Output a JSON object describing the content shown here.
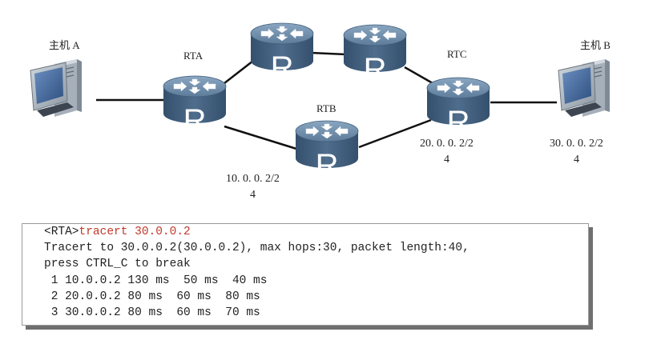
{
  "nodes": {
    "host_a": {
      "label": "主机 A"
    },
    "host_b": {
      "label": "主机 B"
    },
    "rta": {
      "label": "RTA",
      "icon_letter": "R"
    },
    "rtb": {
      "label": "RTB",
      "icon_letter": "R"
    },
    "rtc": {
      "label": "RTC",
      "icon_letter": "R"
    },
    "top_left_router": {
      "icon_letter": "R"
    },
    "top_right_router": {
      "icon_letter": "R"
    }
  },
  "addresses": {
    "rtb": {
      "ip": "10. 0. 0. 2/2",
      "suffix": "4"
    },
    "rtc": {
      "ip": "20. 0. 0. 2/2",
      "suffix": "4"
    },
    "host_b": {
      "ip": "30. 0. 0. 2/2",
      "suffix": "4"
    }
  },
  "terminal": {
    "prompt": "<RTA>",
    "command": "tracert 30.0.0.2",
    "lines": [
      "Tracert to 30.0.0.2(30.0.0.2), max hops:30, packet length:40,",
      "press CTRL_C to break",
      " 1 10.0.0.2 130 ms  50 ms  40 ms",
      " 2 20.0.0.2 80 ms  60 ms  80 ms",
      " 3 30.0.0.2 80 ms  60 ms  70 ms"
    ]
  },
  "colors": {
    "router_top": "#6b8aa8",
    "router_body": "#44617f",
    "router_side": "#34506d",
    "command_text": "#c0392b"
  }
}
